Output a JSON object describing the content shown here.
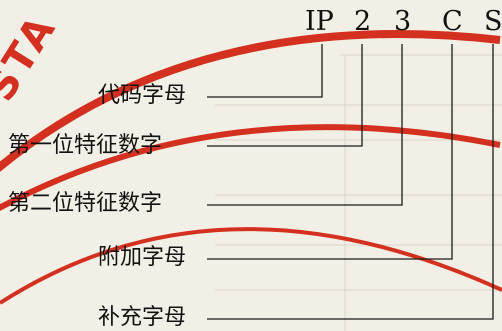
{
  "code": {
    "ip": "IP",
    "first_digit": "2",
    "second_digit": "3",
    "additional_letter": "C",
    "supplementary_letter": "S"
  },
  "labels": {
    "code_letters": "代码字母",
    "first_characteristic_digit": "第一位特征数字",
    "second_characteristic_digit": "第二位特征数字",
    "additional_letter": "附加字母",
    "supplementary_letter": "补充字母"
  },
  "stamp": {
    "text": "STA",
    "color": "#d4301f"
  }
}
